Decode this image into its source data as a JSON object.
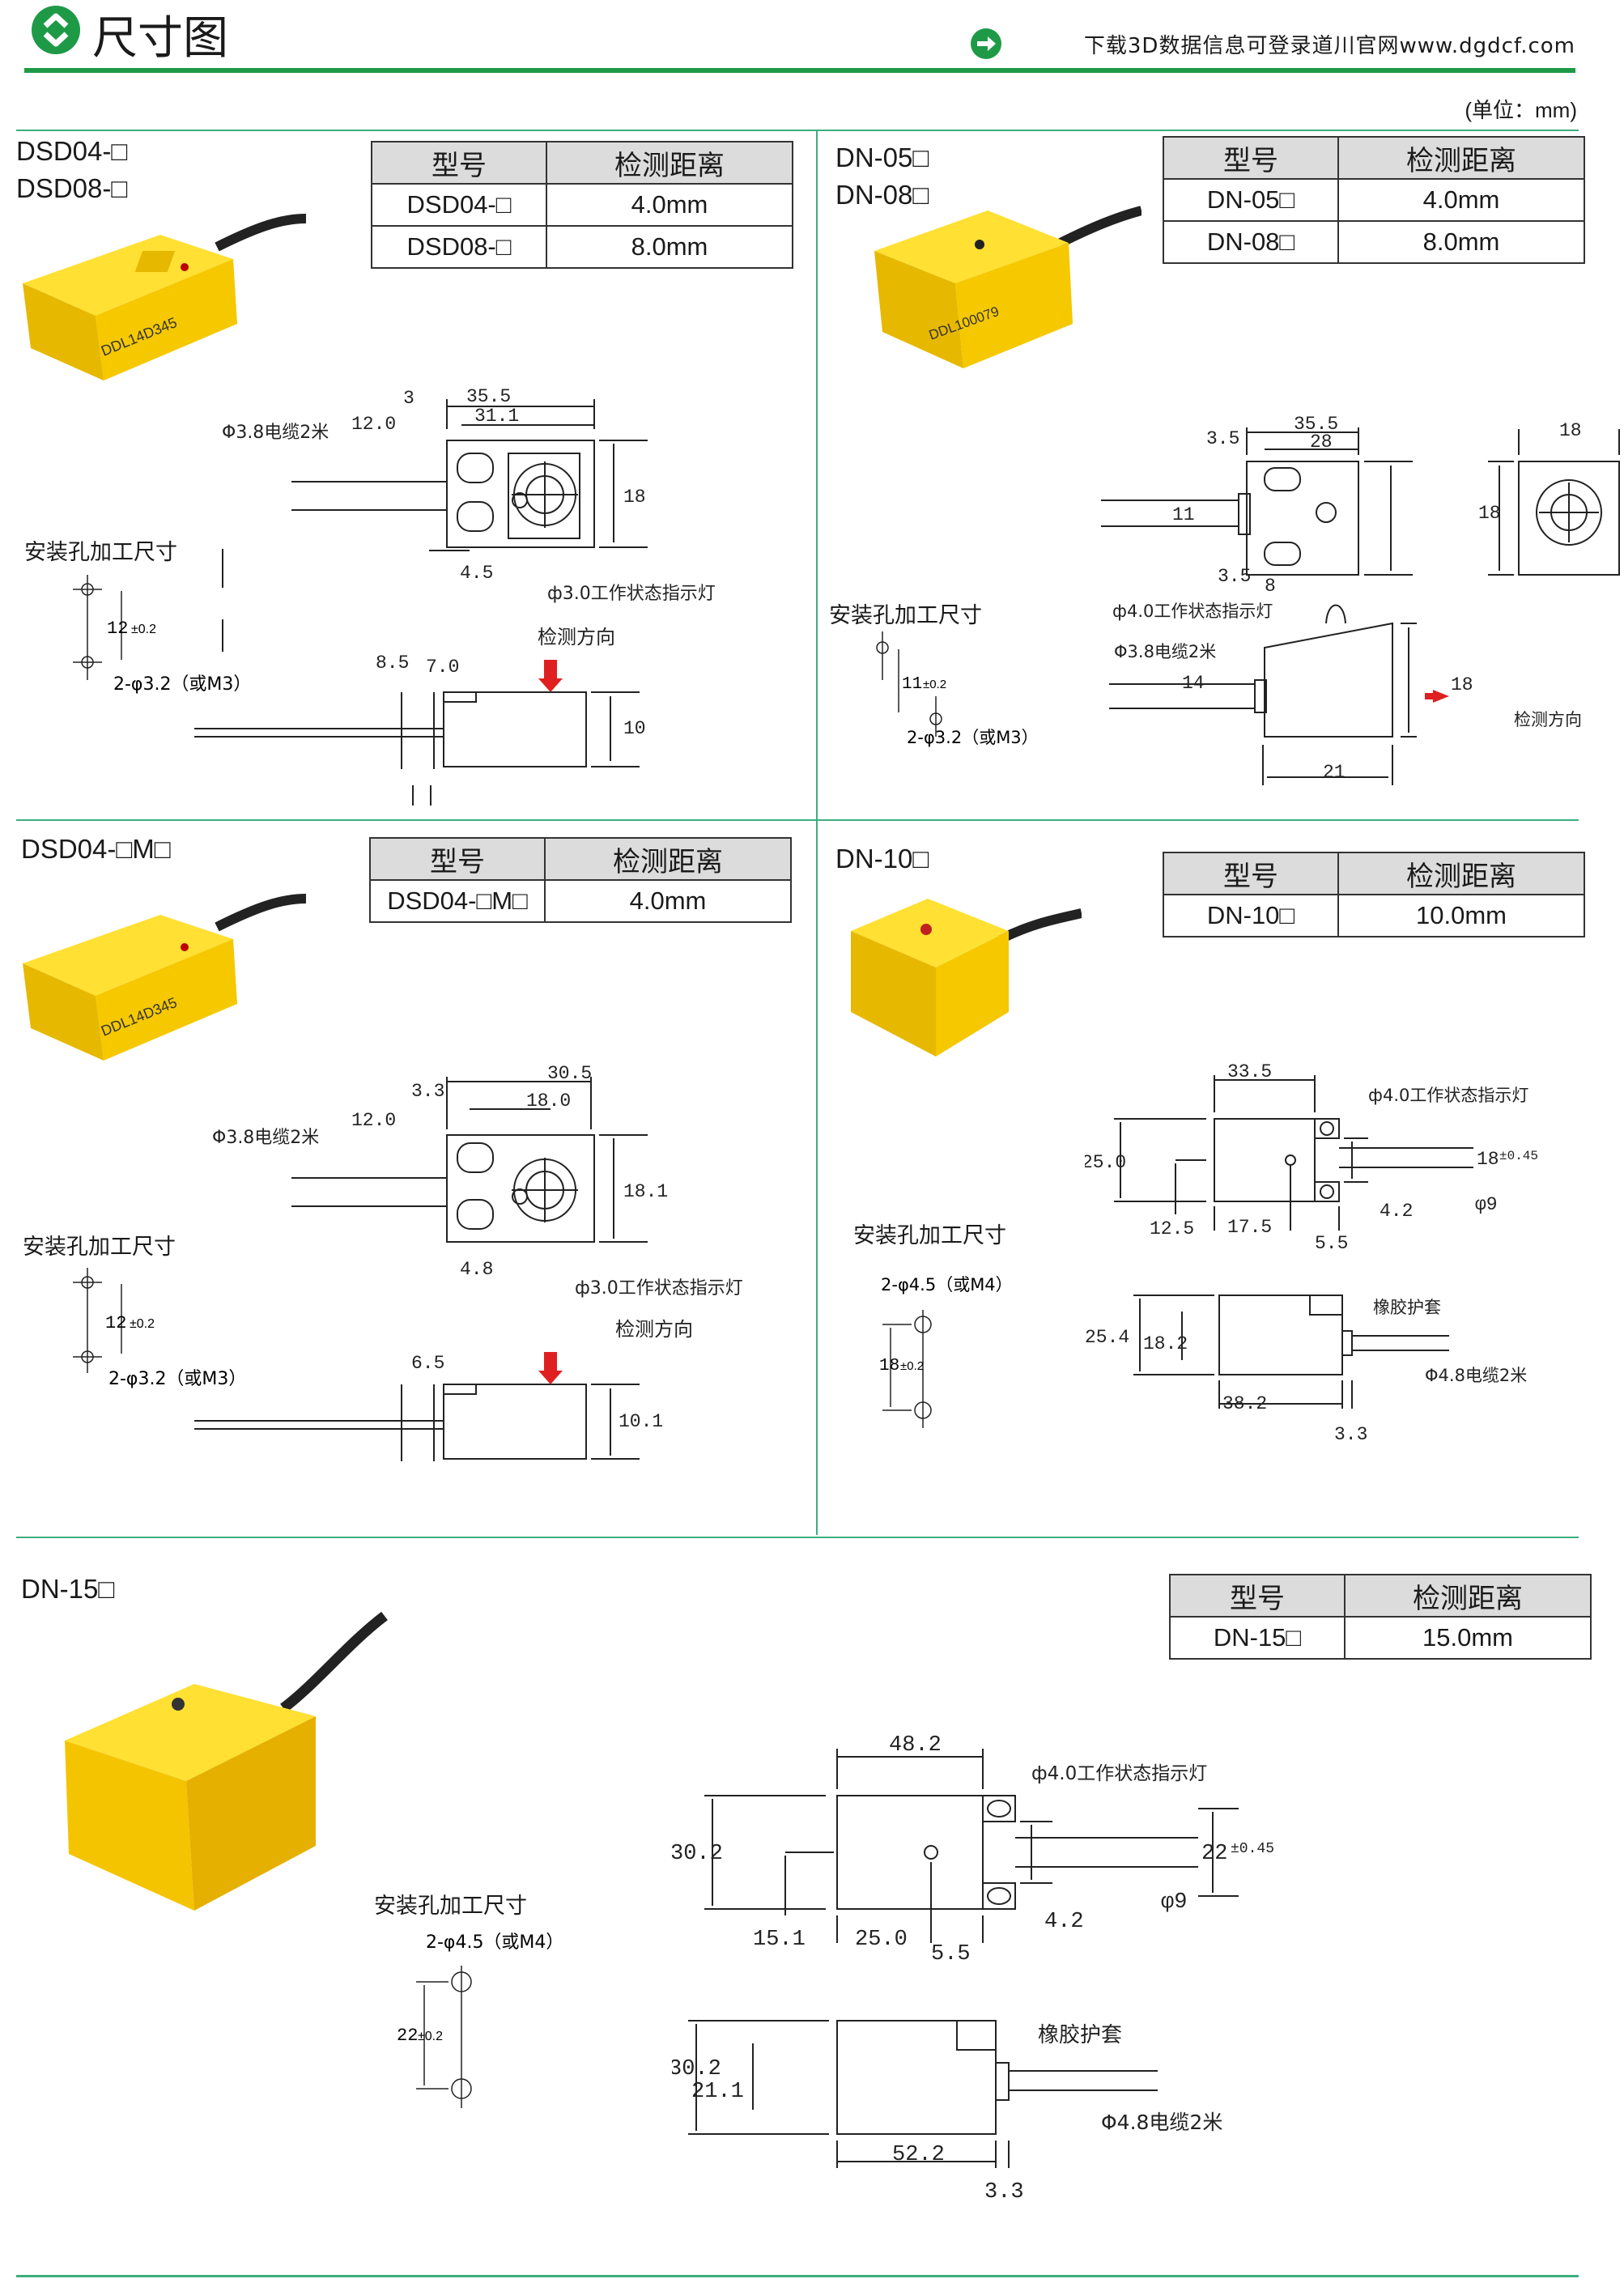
{
  "header": {
    "title": "尺寸图",
    "right_text": "下载3D数据信息可登录道川官网www.dgdcf.com",
    "accent": "#1e9a47"
  },
  "unit": "(单位：mm)",
  "common": {
    "col_model": "型号",
    "col_dist": "检测距离",
    "mount_title": "安装孔加工尺寸",
    "detect_dir": "检测方向",
    "rubber": "橡胶护套"
  },
  "s1": {
    "models": [
      "DSD04-□",
      "DSD08-□"
    ],
    "rows": [
      [
        "DSD04-□",
        "4.0mm"
      ],
      [
        "DSD08-□",
        "8.0mm"
      ]
    ],
    "product_label": "DDL14D345",
    "dims": {
      "d1": "35.5",
      "d2": "31.1",
      "d3": "3",
      "d4": "12.0",
      "d5": "18",
      "d6": "4.5",
      "d7": "8.5",
      "d8": "7.0",
      "d9": "10",
      "d10": "12",
      "tol": "±0.2"
    },
    "cable": "Φ3.8电缆2米",
    "lamp": "ф3.0工作状态指示灯",
    "hole": "2-φ3.2（或M3）"
  },
  "s2": {
    "models": [
      "DN-05□",
      "DN-08□"
    ],
    "rows": [
      [
        "DN-05□",
        "4.0mm"
      ],
      [
        "DN-08□",
        "8.0mm"
      ]
    ],
    "product_label": "DDL100079",
    "dims": {
      "d1": "35.5",
      "d2": "28",
      "d3": "18",
      "d4": "3.5",
      "d5": "11",
      "d6": "18",
      "d7": "3.5",
      "d8": "8",
      "d9": "14",
      "d10": "18",
      "d11": "21",
      "d12": "11",
      "tol": "±0.2"
    },
    "cable": "Φ3.8电缆2米",
    "lamp": "ф4.0工作状态指示灯",
    "hole": "2-φ3.2（或M3）"
  },
  "s3": {
    "models": [
      "DSD04-□M□"
    ],
    "rows": [
      [
        "DSD04-□M□",
        "4.0mm"
      ]
    ],
    "product_label": "DDL14D345",
    "dims": {
      "d1": "30.5",
      "d2": "18.0",
      "d3": "3.3",
      "d4": "12.0",
      "d5": "18.1",
      "d6": "4.8",
      "d7": "6.5",
      "d8": "10.1",
      "d9": "12",
      "tol": "±0.2"
    },
    "cable": "Φ3.8电缆2米",
    "lamp": "ф3.0工作状态指示灯",
    "hole": "2-φ3.2（或M3）"
  },
  "s4": {
    "models": [
      "DN-10□"
    ],
    "rows": [
      [
        "DN-10□",
        "10.0mm"
      ]
    ],
    "dims": {
      "d1": "33.5",
      "d2": "25.0",
      "d3": "18",
      "tol45": "±0.45",
      "d4": "12.5",
      "d5": "17.5",
      "d6": "5.5",
      "d7": "4.2",
      "d8": "φ9",
      "d9": "25.4",
      "d10": "18.2",
      "d11": "38.2",
      "d12": "3.3",
      "d13": "18",
      "tol": "±0.2"
    },
    "lamp": "ф4.0工作状态指示灯",
    "hole": "2-φ4.5（或M4）",
    "cable": "Φ4.8电缆2米"
  },
  "s5": {
    "models": [
      "DN-15□"
    ],
    "rows": [
      [
        "DN-15□",
        "15.0mm"
      ]
    ],
    "dims": {
      "d1": "48.2",
      "d2": "30.2",
      "d3": "22",
      "tol45": "±0.45",
      "d4": "15.1",
      "d5": "25.0",
      "d6": "5.5",
      "d7": "4.2",
      "d8": "φ9",
      "d9": "30.2",
      "d10": "21.1",
      "d11": "52.2",
      "d12": "3.3",
      "d13": "22",
      "tol": "±0.2"
    },
    "lamp": "ф4.0工作状态指示灯",
    "hole": "2-φ4.5（或M4）",
    "cable": "Φ4.8电缆2米"
  }
}
